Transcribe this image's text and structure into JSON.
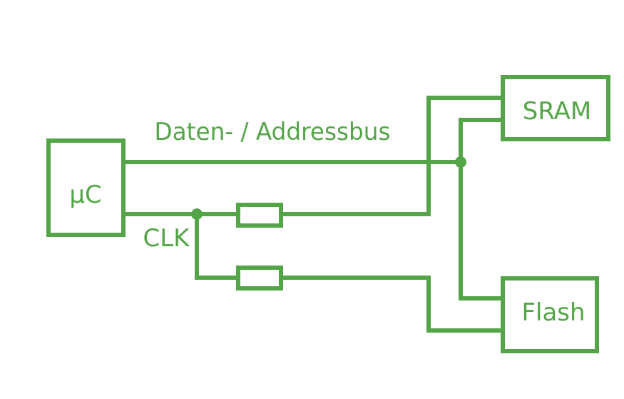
{
  "diagram": {
    "colors": {
      "stroke": "#54a548",
      "background": "#ffffff"
    },
    "blocks": {
      "mcu": "µC",
      "sram": "SRAM",
      "flash": "Flash"
    },
    "labels": {
      "bus": "Daten- / Addressbus",
      "clock": "CLK"
    }
  }
}
